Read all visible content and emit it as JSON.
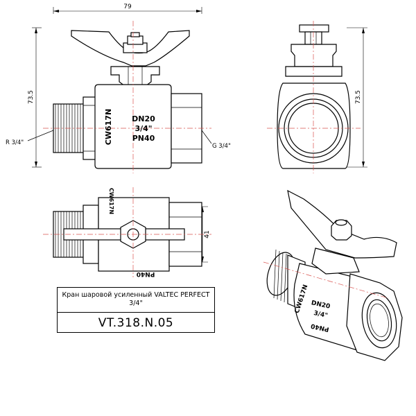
{
  "dimensions": {
    "width_total": "79",
    "height_total": "73.5",
    "height_side": "73.5",
    "width_top": "41"
  },
  "thread_labels": {
    "male": "R 3/4\"",
    "female": "G 3/4\""
  },
  "body_marking": {
    "material": "CW617N",
    "dn": "DN20",
    "size": "3/4\"",
    "pn": "PN40"
  },
  "top_view_marking": {
    "material": "CW617N",
    "pn": "PN40"
  },
  "iso_marking": {
    "material": "CW617N",
    "dn": "DN20",
    "size": "3/4\"",
    "pn": "PN40"
  },
  "title_block": {
    "name": "Кран шаровой усиленный VALTEC PERFECT",
    "size": "3/4\"",
    "code": "VT.318.N.05"
  }
}
